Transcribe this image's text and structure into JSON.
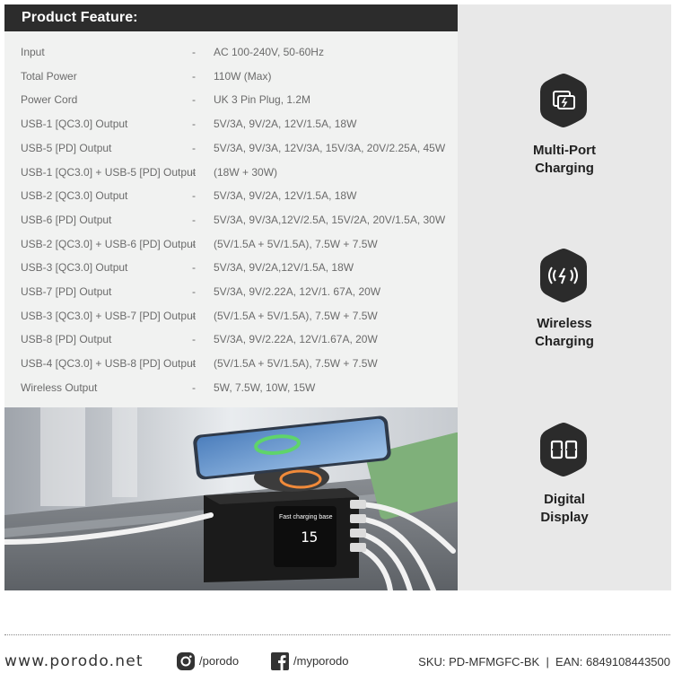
{
  "header": {
    "title": "Product Feature:"
  },
  "specs": [
    {
      "label": "Input",
      "sep": "-",
      "value": "AC 100-240V, 50-60Hz"
    },
    {
      "label": "Total Power",
      "sep": "-",
      "value": "110W (Max)"
    },
    {
      "label": "Power Cord",
      "sep": "-",
      "value": "UK 3 Pin Plug, 1.2M"
    },
    {
      "label": "USB-1 [QC3.0] Output",
      "sep": "-",
      "value": "5V/3A, 9V/2A, 12V/1.5A, 18W"
    },
    {
      "label": "USB-5 [PD] Output",
      "sep": "-",
      "value": "5V/3A, 9V/3A, 12V/3A, 15V/3A, 20V/2.25A, 45W"
    },
    {
      "label": "USB-1 [QC3.0] + USB-5 [PD] Output",
      "sep": "-",
      "value": "(18W + 30W)"
    },
    {
      "label": "USB-2 [QC3.0] Output",
      "sep": "-",
      "value": "5V/3A, 9V/2A, 12V/1.5A, 18W"
    },
    {
      "label": "USB-6 [PD] Output",
      "sep": "-",
      "value": "5V/3A, 9V/3A,12V/2.5A, 15V/2A, 20V/1.5A, 30W"
    },
    {
      "label": "USB-2 [QC3.0] + USB-6 [PD] Output",
      "sep": "-",
      "value": "(5V/1.5A + 5V/1.5A), 7.5W + 7.5W"
    },
    {
      "label": "USB-3 [QC3.0] Output",
      "sep": "-",
      "value": "5V/3A, 9V/2A,12V/1.5A, 18W"
    },
    {
      "label": "USB-7 [PD] Output",
      "sep": "-",
      "value": "5V/3A, 9V/2.22A, 12V/1. 67A, 20W"
    },
    {
      "label": "USB-3 [QC3.0] + USB-7 [PD] Output",
      "sep": "-",
      "value": "(5V/1.5A + 5V/1.5A), 7.5W + 7.5W"
    },
    {
      "label": "USB-8 [PD] Output",
      "sep": "-",
      "value": "5V/3A, 9V/2.22A, 12V/1.67A, 20W"
    },
    {
      "label": "USB-4 [QC3.0] + USB-8 [PD] Output",
      "sep": "-",
      "value": "(5V/1.5A + 5V/1.5A), 7.5W + 7.5W"
    },
    {
      "label": "Wireless Output",
      "sep": "-",
      "value": "5W, 7.5W, 10W, 15W"
    }
  ],
  "photo": {
    "screen_caption": "Fast charging base",
    "display_digits": "15",
    "icon": "charging-station-photo"
  },
  "features": [
    {
      "line1": "Multi-Port",
      "line2": "Charging",
      "icon": "multi-port-icon"
    },
    {
      "line1": "Wireless",
      "line2": "Charging",
      "icon": "wireless-charging-icon"
    },
    {
      "line1": "Digital",
      "line2": "Display",
      "icon": "digital-display-icon"
    }
  ],
  "footer": {
    "website": "www.porodo.net",
    "instagram": "/porodo",
    "facebook": "/myporodo",
    "sku": "SKU: PD-MFMGFC-BK  |  EAN: 6849108443500"
  },
  "colors": {
    "header_bg": "#2c2c2c",
    "spec_bg": "#f1f2f1",
    "side_bg": "#e8e8e8",
    "hex_fill": "#2b2b2b"
  }
}
